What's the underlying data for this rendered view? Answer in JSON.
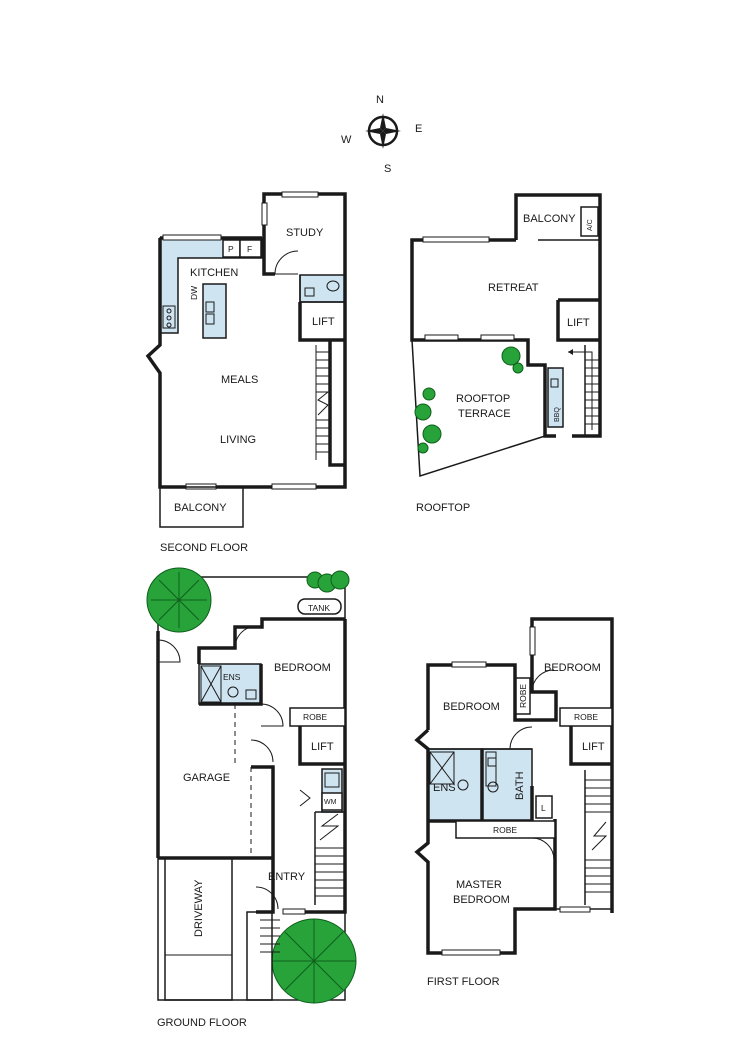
{
  "compass": {
    "n": "N",
    "s": "S",
    "e": "E",
    "w": "W"
  },
  "second_floor": {
    "title": "SECOND FLOOR",
    "rooms": {
      "study": "STUDY",
      "kitchen": "KITCHEN",
      "pantry": "P",
      "fridge": "F",
      "dw": "DW",
      "lift": "LIFT",
      "meals": "MEALS",
      "living": "LIVING",
      "balcony": "BALCONY"
    }
  },
  "rooftop": {
    "title": "ROOFTOP",
    "rooms": {
      "balcony": "BALCONY",
      "ac": "A/C",
      "retreat": "RETREAT",
      "lift": "LIFT",
      "terrace_1": "ROOFTOP",
      "terrace_2": "TERRACE",
      "bbq": "BBQ"
    }
  },
  "ground_floor": {
    "title": "GROUND FLOOR",
    "rooms": {
      "tank": "TANK",
      "bedroom": "BEDROOM",
      "ens": "ENS",
      "robe": "ROBE",
      "lift": "LIFT",
      "garage": "GARAGE",
      "wm": "WM",
      "driveway": "DRIVEWAY",
      "entry": "ENTRY"
    }
  },
  "first_floor": {
    "title": "FIRST FLOOR",
    "rooms": {
      "bedroom_right": "BEDROOM",
      "bedroom_left": "BEDROOM",
      "robe_vertical": "ROBE",
      "robe_right": "ROBE",
      "lift": "LIFT",
      "ens": "ENS",
      "bath": "BATH",
      "linen": "L",
      "robe_middle": "ROBE",
      "master_1": "MASTER",
      "master_2": "BEDROOM"
    }
  }
}
